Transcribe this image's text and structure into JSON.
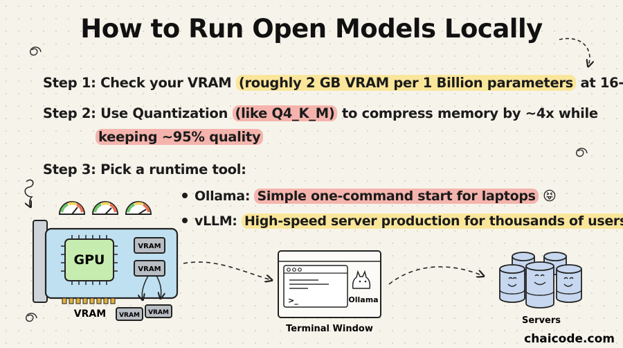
{
  "title": "How to Run Open Models Locally",
  "steps": {
    "s1_prefix": "Step 1: Check your VRAM ",
    "s1_highlight": "(roughly 2 GB VRAM per 1 Billion parameters",
    "s1_suffix": " at 16-bit)",
    "s2_prefix": "Step 2: Use Quantization ",
    "s2_highlight": "(like Q4_K_M)",
    "s2_suffix": " to compress memory by ~4x while",
    "s2_line2": "keeping ~95% quality",
    "s3": "Step 3: Pick a runtime tool:"
  },
  "bullets": [
    {
      "name": "Ollama:",
      "desc": "Simple one-command start for laptops",
      "emoji": "😝"
    },
    {
      "name": "vLLM:",
      "desc": "High-speed server production for thousands of users.",
      "emoji": "👍"
    }
  ],
  "gpu": {
    "chip": "GPU",
    "mem": [
      "VRAM",
      "VRAM"
    ],
    "extra_mem": [
      "VRAM",
      "VRAM"
    ],
    "label": "VRAM"
  },
  "terminal": {
    "prompt": ">_",
    "app": "Ollama",
    "label": "Terminal Window"
  },
  "servers": {
    "label": "Servers"
  },
  "brand": "chaicode.com",
  "colors": {
    "highlight_yellow": "#fae69a",
    "highlight_pink": "#f4b4ad",
    "gpu_board": "#bfe0f0",
    "chip_green": "#c6ecb0",
    "server_blue": "#c6d7ef"
  }
}
